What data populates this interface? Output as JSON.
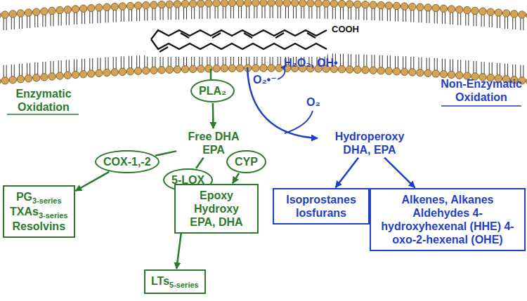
{
  "diagram": {
    "nodes": [
      {
        "text": [
          "PLA₂"
        ]
      },
      {
        "text": [
          "Free DHA EPA"
        ]
      },
      {
        "text": [
          "Hydroperoxy DHA, EPA"
        ]
      },
      {
        "text": [
          "COX-1,-2"
        ]
      },
      {
        "text": [
          "5-LOX"
        ]
      },
      {
        "text": [
          "CYP"
        ]
      },
      {
        "text": [
          "PG",
          "3-series",
          "TXAs",
          "3-series",
          "Resolvins"
        ]
      },
      {
        "text": [
          "Epoxy Hydroxy EPA, DHA"
        ]
      },
      {
        "text": [
          "LTs",
          "5-series"
        ]
      },
      {
        "text": [
          "Isoprostanes Iosfurans"
        ]
      },
      {
        "text": [
          "Alkenes, Alkanes Aldehydes 4-hydroxyhexenal (HHE) 4-oxo-2-hexenal (OHE)"
        ]
      }
    ],
    "edges": [
      {
        "from": 0,
        "to": 1,
        "arrow": "to"
      },
      {
        "from": 1,
        "to": 3,
        "arrow": "none"
      },
      {
        "from": 3,
        "to": 6,
        "arrow": "to"
      },
      {
        "from": 1,
        "to": 4,
        "arrow": "none"
      },
      {
        "from": 4,
        "to": 8,
        "arrow": "to"
      },
      {
        "from": 1,
        "to": 5,
        "arrow": "none"
      },
      {
        "from": 5,
        "to": 7,
        "arrow": "to"
      },
      {
        "from": 2,
        "to": 9,
        "arrow": "to"
      },
      {
        "from": 2,
        "to": 10,
        "arrow": "to"
      }
    ],
    "labels": [
      "COOH",
      "Enzymatic Oxidation",
      "Non-Enzymatic Oxidation",
      "O₂•⁻",
      "H₂O₂, OH•",
      "O₂"
    ]
  }
}
